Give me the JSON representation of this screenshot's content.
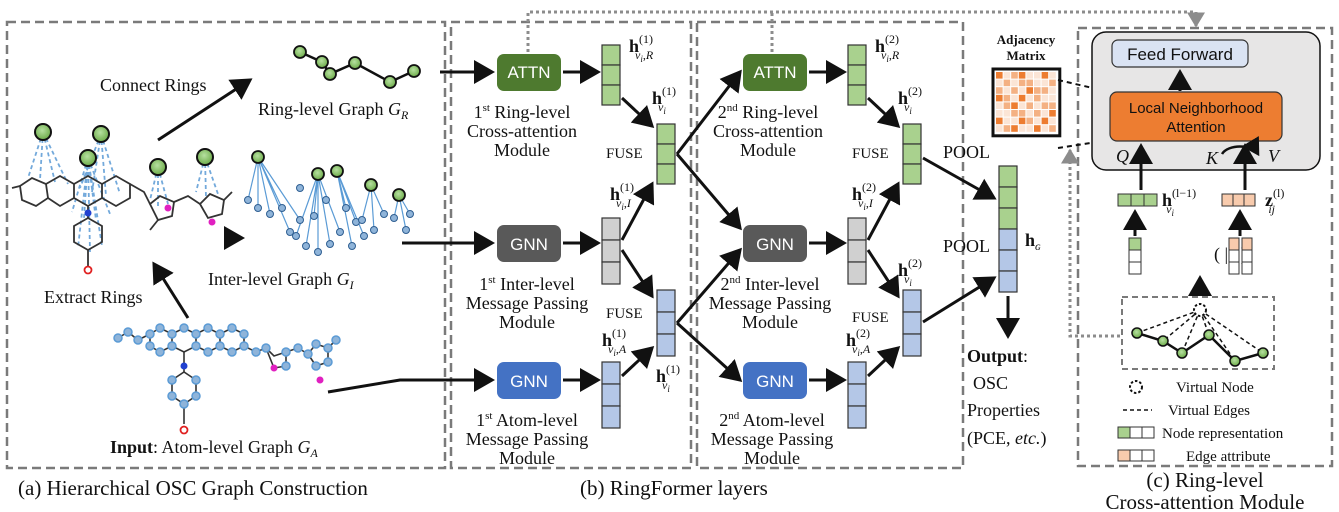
{
  "captions": {
    "a": "(a) Hierarchical OSC Graph Construction",
    "b": "(b) RingFormer layers",
    "c_line1": "(c) Ring-level",
    "c_line2": "Cross-attention Module"
  },
  "panel_a": {
    "connect_rings": "Connect Rings",
    "ring_graph": "Ring-level Graph",
    "ring_graph_sym": "G",
    "ring_graph_sub": "R",
    "inter_graph": "Inter-level Graph",
    "inter_graph_sym": "G",
    "inter_graph_sub": "I",
    "extract_rings": "Extract Rings",
    "input_bold": "Input",
    "input_rest": ": Atom-level Graph",
    "input_sym": "G",
    "input_sub": "A"
  },
  "panel_b": {
    "layer1": {
      "attn": "ATTN",
      "gnn_inter": "GNN",
      "gnn_atom": "GNN",
      "ring_ord": "1",
      "ring_sup": "st",
      "ring_l1": "Ring-level",
      "ring_l2": "Cross-attention",
      "ring_l3": "Module",
      "inter_ord": "1",
      "inter_sup": "st",
      "inter_l1": "Inter-level",
      "inter_l2": "Message Passing",
      "inter_l3": "Module",
      "atom_ord": "1",
      "atom_sup": "st",
      "atom_l1": "Atom-level",
      "atom_l2": "Message Passing",
      "atom_l3": "Module",
      "fuse_top": "FUSE",
      "fuse_bot": "FUSE",
      "layer_idx": "(1)"
    },
    "layer2": {
      "attn": "ATTN",
      "gnn_inter": "GNN",
      "gnn_atom": "GNN",
      "ring_ord": "2",
      "ring_sup": "nd",
      "ring_l1": "Ring-level",
      "ring_l2": "Cross-attention",
      "ring_l3": "Module",
      "inter_ord": "2",
      "inter_sup": "nd",
      "inter_l1": "Inter-level",
      "inter_l2": "Message Passing",
      "inter_l3": "Module",
      "atom_ord": "2",
      "atom_sup": "nd",
      "atom_l1": "Atom-level",
      "atom_l2": "Message Passing",
      "atom_l3": "Module",
      "fuse_top": "FUSE",
      "fuse_bot": "FUSE",
      "layer_idx": "(2)"
    },
    "h_bold": "h",
    "v_sym": "v",
    "i_sym": "i",
    "sub_R": "R",
    "sub_I": "I",
    "sub_A": "A"
  },
  "readout": {
    "pool_top": "POOL",
    "pool_bot": "POOL",
    "hg_bold": "h",
    "hg_sub": "ɢ",
    "output_bold": "Output",
    "output_colon": ":",
    "osc": "OSC",
    "properties": "Properties",
    "pce_a": "(PCE, ",
    "pce_etc": "etc.",
    "pce_b": ")"
  },
  "panel_c": {
    "adjacency_l1": "Adjacency",
    "adjacency_l2": "Matrix",
    "feed_forward": "Feed Forward",
    "local_attn_l1": "Local Neighborhood",
    "local_attn_l2": "Attention",
    "q": "Q",
    "k": "K",
    "v": "V",
    "h_bold": "h",
    "h_sup": "(l−1)",
    "z_bold": "z",
    "z_sup": "(l)",
    "z_sub": "ij",
    "concat_sym": "( | | )",
    "legend": {
      "virtual_node": "Virtual Node",
      "virtual_edges": "Virtual Edges",
      "node_repr": "Node representation",
      "edge_attr": "Edge attribute"
    }
  },
  "colors": {
    "attn": "#4e7a2f",
    "gnn_dark": "#595959",
    "gnn_blue": "#4472c4",
    "vec_green": "#a9d18e",
    "vec_gray": "#d0d0d0",
    "vec_blue": "#b4c7e7",
    "orange": "#ed7d31",
    "ff_fill": "#dae3f3",
    "panel_gray": "#e7e6e6",
    "edge_attr": "#f8cbad",
    "node_green": "#7fbf5f",
    "mol_blue": "#5b9bd5"
  }
}
